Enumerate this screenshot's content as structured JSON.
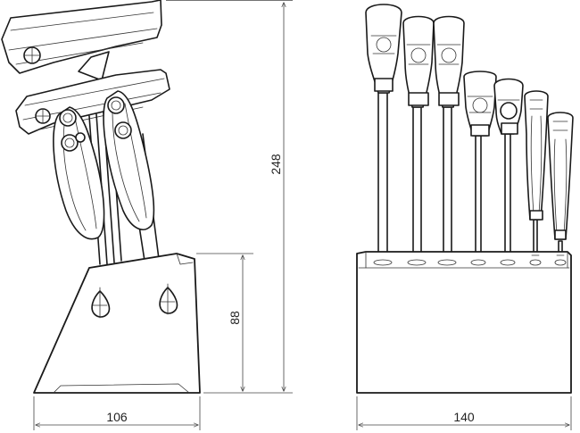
{
  "dimensions": {
    "side_width": "106",
    "total_height": "248",
    "stand_height": "88",
    "front_width": "140"
  }
}
